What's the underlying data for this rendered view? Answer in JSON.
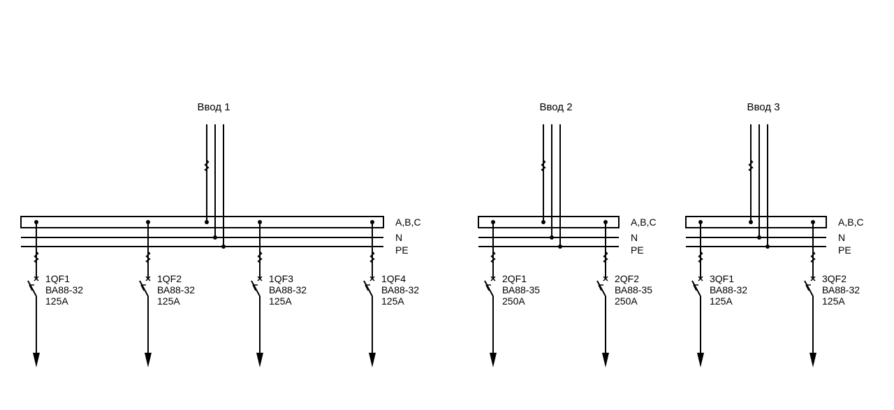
{
  "colors": {
    "line": "#000000",
    "background": "#ffffff"
  },
  "panels": [
    {
      "title": "Ввод 1",
      "bus_labels": [
        "A,B,C",
        "N",
        "PE"
      ],
      "breakers": [
        {
          "id": "1QF1",
          "type": "ВА88-32",
          "rating": "125A"
        },
        {
          "id": "1QF2",
          "type": "ВА88-32",
          "rating": "125A"
        },
        {
          "id": "1QF3",
          "type": "ВА88-32",
          "rating": "125A"
        },
        {
          "id": "1QF4",
          "type": "ВА88-32",
          "rating": "125A"
        }
      ]
    },
    {
      "title": "Ввод 2",
      "bus_labels": [
        "A,B,C",
        "N",
        "PE"
      ],
      "breakers": [
        {
          "id": "2QF1",
          "type": "ВА88-35",
          "rating": "250A"
        },
        {
          "id": "2QF2",
          "type": "ВА88-35",
          "rating": "250A"
        }
      ]
    },
    {
      "title": "Ввод 3",
      "bus_labels": [
        "A,B,C",
        "N",
        "PE"
      ],
      "breakers": [
        {
          "id": "3QF1",
          "type": "ВА88-32",
          "rating": "125A"
        },
        {
          "id": "3QF2",
          "type": "ВА88-32",
          "rating": "125A"
        }
      ]
    }
  ]
}
